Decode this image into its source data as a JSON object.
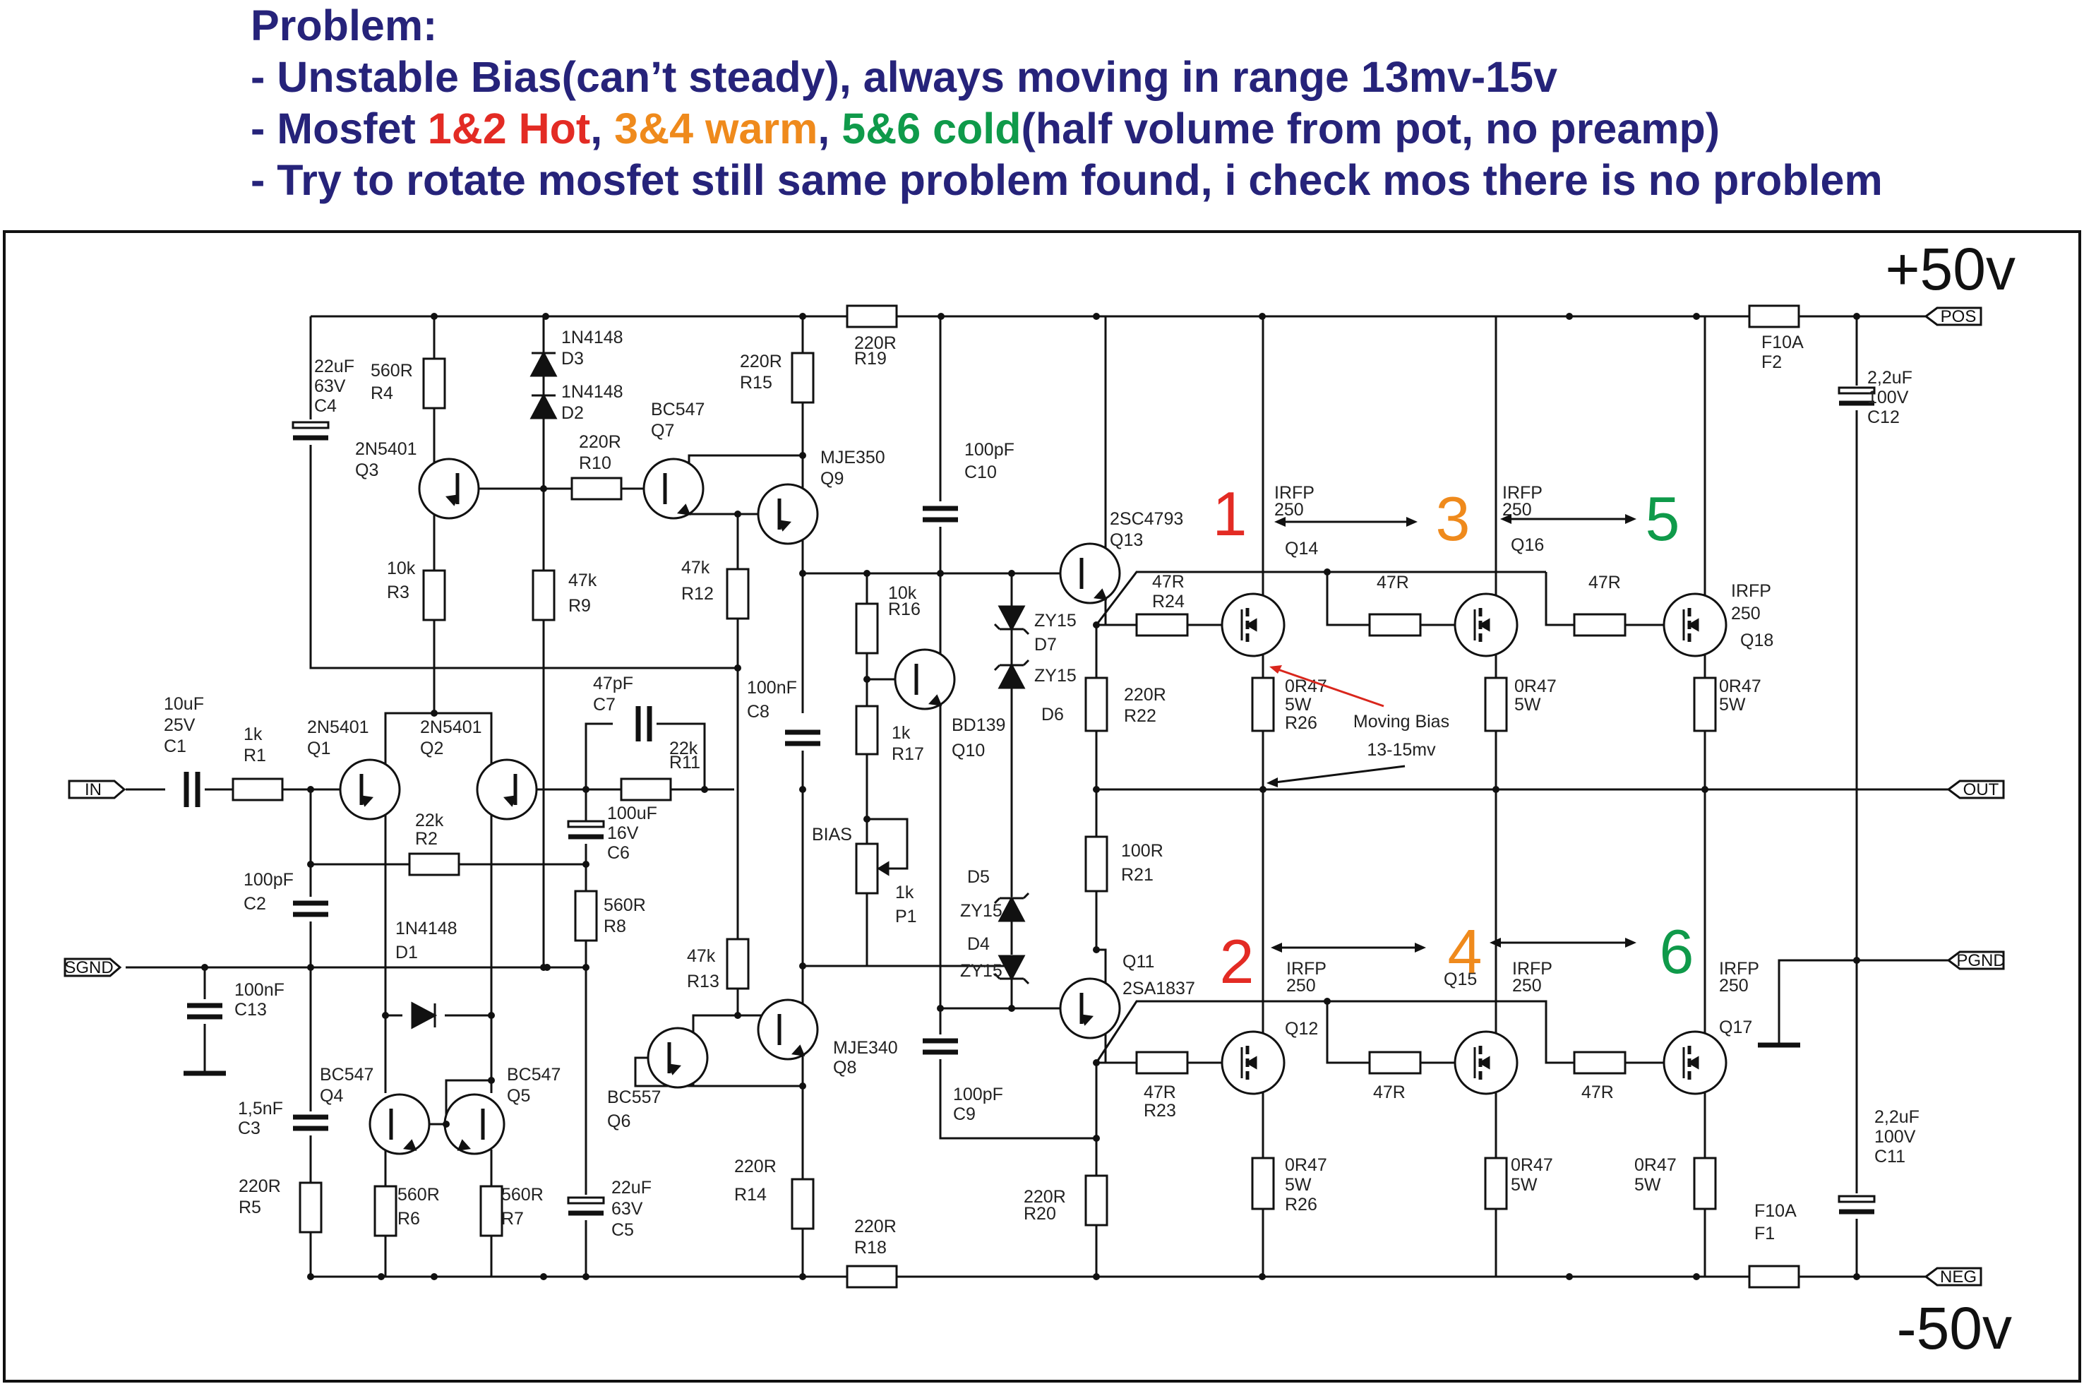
{
  "problem": {
    "title": "Problem:",
    "line1": "- Unstable Bias(can’t steady), always moving in range 13mv-15v",
    "line2": {
      "prefix": "- Mosfet ",
      "hot": "1&2 Hot",
      "sep1": ", ",
      "warm": "3&4 warm",
      "sep2": ", ",
      "cold": "5&6 cold",
      "suffix": "(half volume from pot, no preamp)"
    },
    "line3": "- Try to rotate mosfet still same problem found, i check mos there is no problem"
  },
  "colors": {
    "ink": "#26237a",
    "hot": "#e32b24",
    "warm": "#ef8a1c",
    "cold": "#0f9a4a",
    "annotation": "#1a9ad6",
    "arrow": "#d9261c"
  },
  "rails": {
    "pos": "+50v",
    "neg": "-50v"
  },
  "ports": {
    "in": "IN",
    "sgnd": "SGND",
    "pos": "POS",
    "out": "OUT",
    "pgnd": "PGND",
    "neg": "NEG"
  },
  "annotation": {
    "line1": "Moving Bias",
    "line2": "13-15mv"
  },
  "mosfet_numbers": [
    "1",
    "2",
    "3",
    "4",
    "5",
    "6"
  ],
  "components": {
    "c4": [
      "22uF",
      "63V",
      "C4"
    ],
    "r4": [
      "560R",
      "R4"
    ],
    "d3": [
      "1N4148",
      "D3"
    ],
    "d2": [
      "1N4148",
      "D2"
    ],
    "r15": [
      "220R",
      "R15"
    ],
    "r19": [
      "220R",
      "R19"
    ],
    "q3": [
      "2N5401",
      "Q3"
    ],
    "r10": [
      "220R",
      "R10"
    ],
    "q7": [
      "BC547",
      "Q7"
    ],
    "q9": [
      "MJE350",
      "Q9"
    ],
    "c10": [
      "100pF",
      "C10"
    ],
    "q13": [
      "2SC4793",
      "Q13"
    ],
    "r3": [
      "10k",
      "R3"
    ],
    "r9": [
      "47k",
      "R9"
    ],
    "r12": [
      "47k",
      "R12"
    ],
    "r16": [
      "10k",
      "R16"
    ],
    "d7": [
      "ZY15",
      "D7"
    ],
    "zy15_d6": "ZY15",
    "d6": "D6",
    "r24": [
      "47R",
      "R24"
    ],
    "c8": [
      "100nF",
      "C8"
    ],
    "q10": [
      "BD139",
      "Q10"
    ],
    "r17": [
      "1k",
      "R17"
    ],
    "r22": [
      "220R",
      "R22"
    ],
    "c7": [
      "47pF",
      "C7"
    ],
    "r11": [
      "22k",
      "R11"
    ],
    "c1": [
      "10uF",
      "25V",
      "C1"
    ],
    "r1": [
      "1k",
      "R1"
    ],
    "q1": [
      "2N5401",
      "Q1"
    ],
    "q2": [
      "2N5401",
      "Q2"
    ],
    "c6": [
      "100uF",
      "16V",
      "C6"
    ],
    "r2": [
      "22k",
      "R2"
    ],
    "bias": "BIAS",
    "p1": [
      "1k",
      "P1"
    ],
    "r21": [
      "100R",
      "R21"
    ],
    "c2": [
      "100pF",
      "C2"
    ],
    "r8": [
      "560R",
      "R8"
    ],
    "d5": "D5",
    "zy15_d5": "ZY15",
    "d4": "D4",
    "zy15_d4": "ZY15",
    "d1": [
      "1N4148",
      "D1"
    ],
    "r13": [
      "47k",
      "R13"
    ],
    "q11": [
      "Q11",
      "2SA1837"
    ],
    "c13": [
      "100nF",
      "C13"
    ],
    "q8": [
      "MJE340",
      "Q8"
    ],
    "q6": [
      "BC557",
      "Q6"
    ],
    "c9": [
      "100pF",
      "C9"
    ],
    "r23": [
      "47R",
      "R23"
    ],
    "q4": [
      "BC547",
      "Q4"
    ],
    "q5": [
      "BC547",
      "Q5"
    ],
    "c3": [
      "1,5nF",
      "C3"
    ],
    "r5": [
      "220R",
      "R5"
    ],
    "r6": [
      "560R",
      "R6"
    ],
    "r7": [
      "560R",
      "R7"
    ],
    "c5": [
      "22uF",
      "63V",
      "C5"
    ],
    "r14": [
      "220R",
      "R14"
    ],
    "r20": [
      "220R",
      "R20"
    ],
    "r18": [
      "220R",
      "R18"
    ],
    "q14": [
      "IRFP",
      "250",
      "Q14"
    ],
    "q16": [
      "IRFP",
      "250",
      "Q16"
    ],
    "q18": [
      "IRFP",
      "250",
      "Q18"
    ],
    "q12": [
      "IRFP",
      "250",
      "Q12"
    ],
    "q15": [
      "IRFP",
      "250",
      "Q15"
    ],
    "q17": [
      "IRFP",
      "250",
      "Q17"
    ],
    "gate_r_top": [
      "47R",
      "47R"
    ],
    "gate_r_bot": [
      "47R",
      "47R"
    ],
    "r26_top": [
      "0R47",
      "5W",
      "R26"
    ],
    "src_r_top": [
      [
        "0R47",
        "5W"
      ],
      [
        "0R47",
        "5W"
      ]
    ],
    "r26_bot": [
      "0R47",
      "5W",
      "R26"
    ],
    "src_r_bot": [
      [
        "0R47",
        "5W"
      ],
      [
        "0R47",
        "5W"
      ]
    ],
    "f2": [
      "F10A",
      "F2"
    ],
    "f1": [
      "F10A",
      "F1"
    ],
    "c12": [
      "2,2uF",
      "100V",
      "C12"
    ],
    "c11": [
      "2,2uF",
      "100V",
      "C11"
    ]
  }
}
